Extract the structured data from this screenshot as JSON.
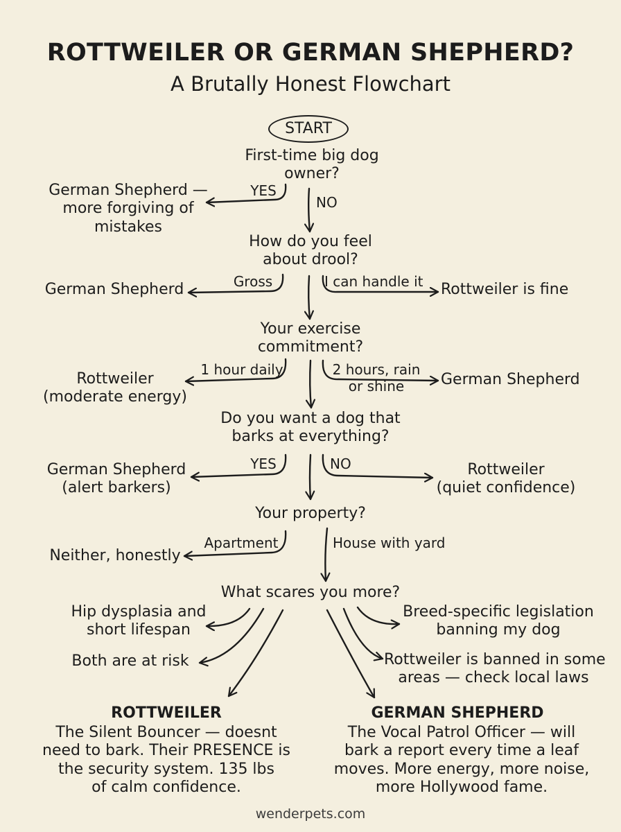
{
  "title": "ROTTWEILER OR GERMAN SHEPHERD?",
  "subtitle": "A Brutally Honest Flowchart",
  "start": "START",
  "q1": {
    "question": "First-time big dog\nowner?",
    "yes_label": "YES",
    "no_label": "NO",
    "yes_outcome": "German Shepherd —\nmore forgiving of\nmistakes"
  },
  "q2": {
    "question": "How do you feel\nabout drool?",
    "left_label": "Gross",
    "right_label": "I can handle it",
    "left_outcome": "German Shepherd",
    "right_outcome": "Rottweiler is fine"
  },
  "q3": {
    "question": "Your exercise\ncommitment?",
    "left_label": "1 hour daily",
    "right_label": "2 hours, rain\nor shine",
    "left_outcome": "Rottweiler\n(moderate energy)",
    "right_outcome": "German Shepherd"
  },
  "q4": {
    "question": "Do you want a dog that\nbarks at everything?",
    "left_label": "YES",
    "right_label": "NO",
    "left_outcome": "German Shepherd\n(alert barkers)",
    "right_outcome": "Rottweiler\n(quiet confidence)"
  },
  "q5": {
    "question": "Your property?",
    "left_label": "Apartment",
    "right_label": "House with yard",
    "left_outcome": "Neither, honestly"
  },
  "q6": {
    "question": "What scares you more?",
    "left_outcome_1": "Hip dysplasia and\nshort lifespan",
    "left_outcome_2": "Both are at risk",
    "right_outcome_1": "Breed-specific legislation\nbanning my dog",
    "right_outcome_2": "Rottweiler is banned in some\nareas — check local laws"
  },
  "results": {
    "rottweiler_title": "ROTTWEILER",
    "rottweiler_text": "The Silent Bouncer — doesnt\nneed to bark. Their PRESENCE is\nthe security system. 135 lbs\nof calm confidence.",
    "gsd_title": "GERMAN SHEPHERD",
    "gsd_text": "The Vocal Patrol Officer — will\nbark a report every time a leaf\nmoves. More energy, more noise,\nmore Hollywood fame."
  },
  "footer": "wenderpets.com"
}
